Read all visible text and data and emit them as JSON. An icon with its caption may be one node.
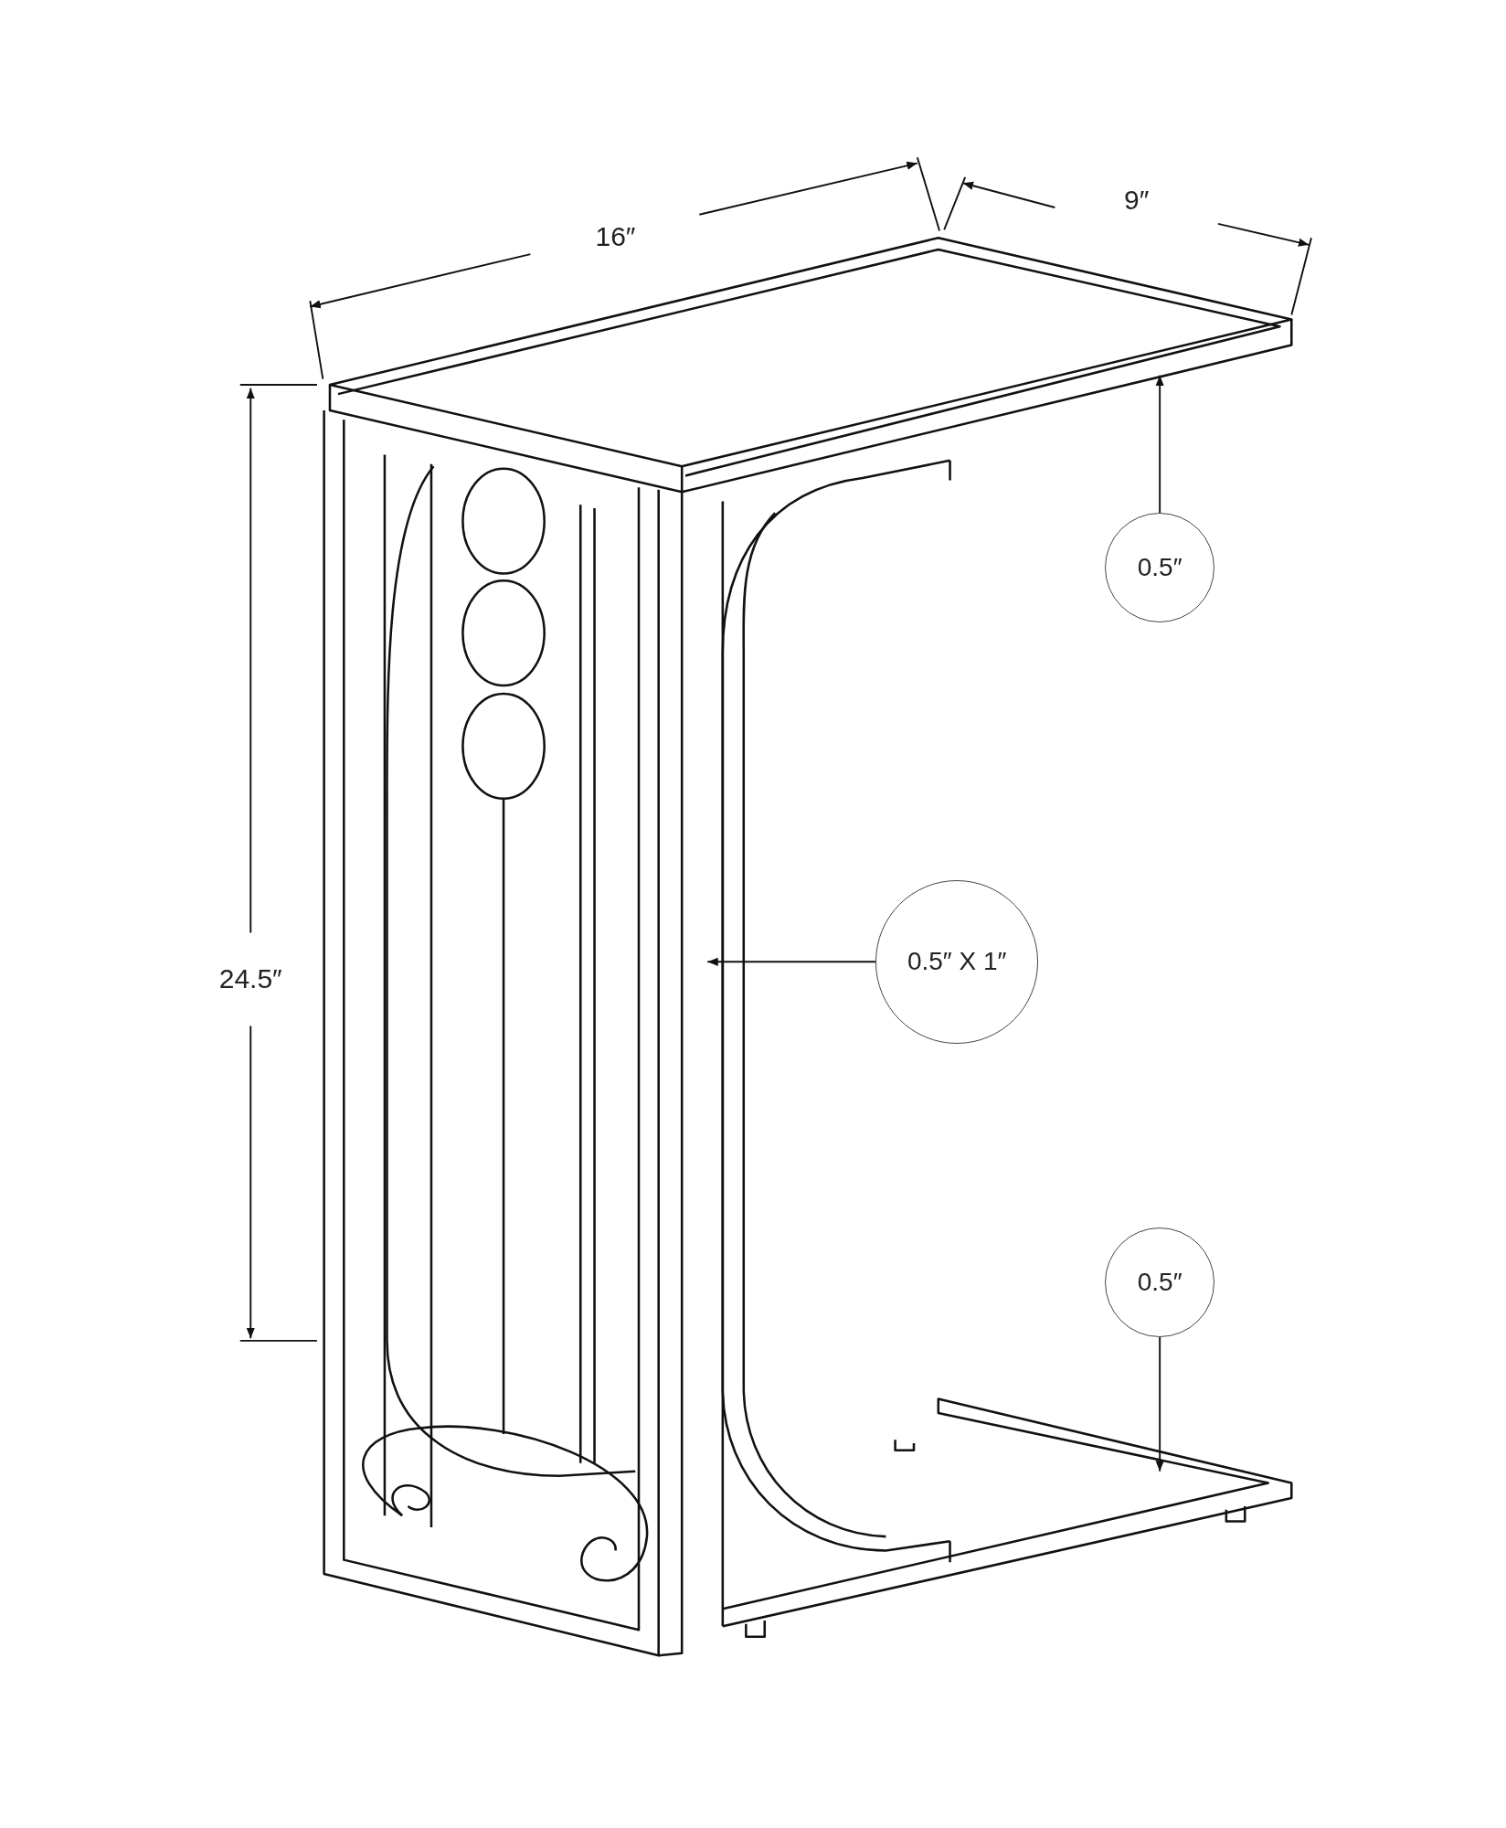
{
  "diagram": {
    "nodes": [
      {
        "text": [
          "0.5″"
        ]
      },
      {
        "text": [
          "0.5″ X 1″"
        ]
      },
      {
        "text": [
          "0.5″"
        ]
      }
    ],
    "edges": [
      {
        "from": 0,
        "to": null,
        "arrow": "to"
      },
      {
        "from": 1,
        "to": null,
        "arrow": "to"
      },
      {
        "from": 2,
        "to": null,
        "arrow": "to"
      }
    ],
    "labels": [
      "16″",
      "9″",
      "24.5″"
    ]
  }
}
